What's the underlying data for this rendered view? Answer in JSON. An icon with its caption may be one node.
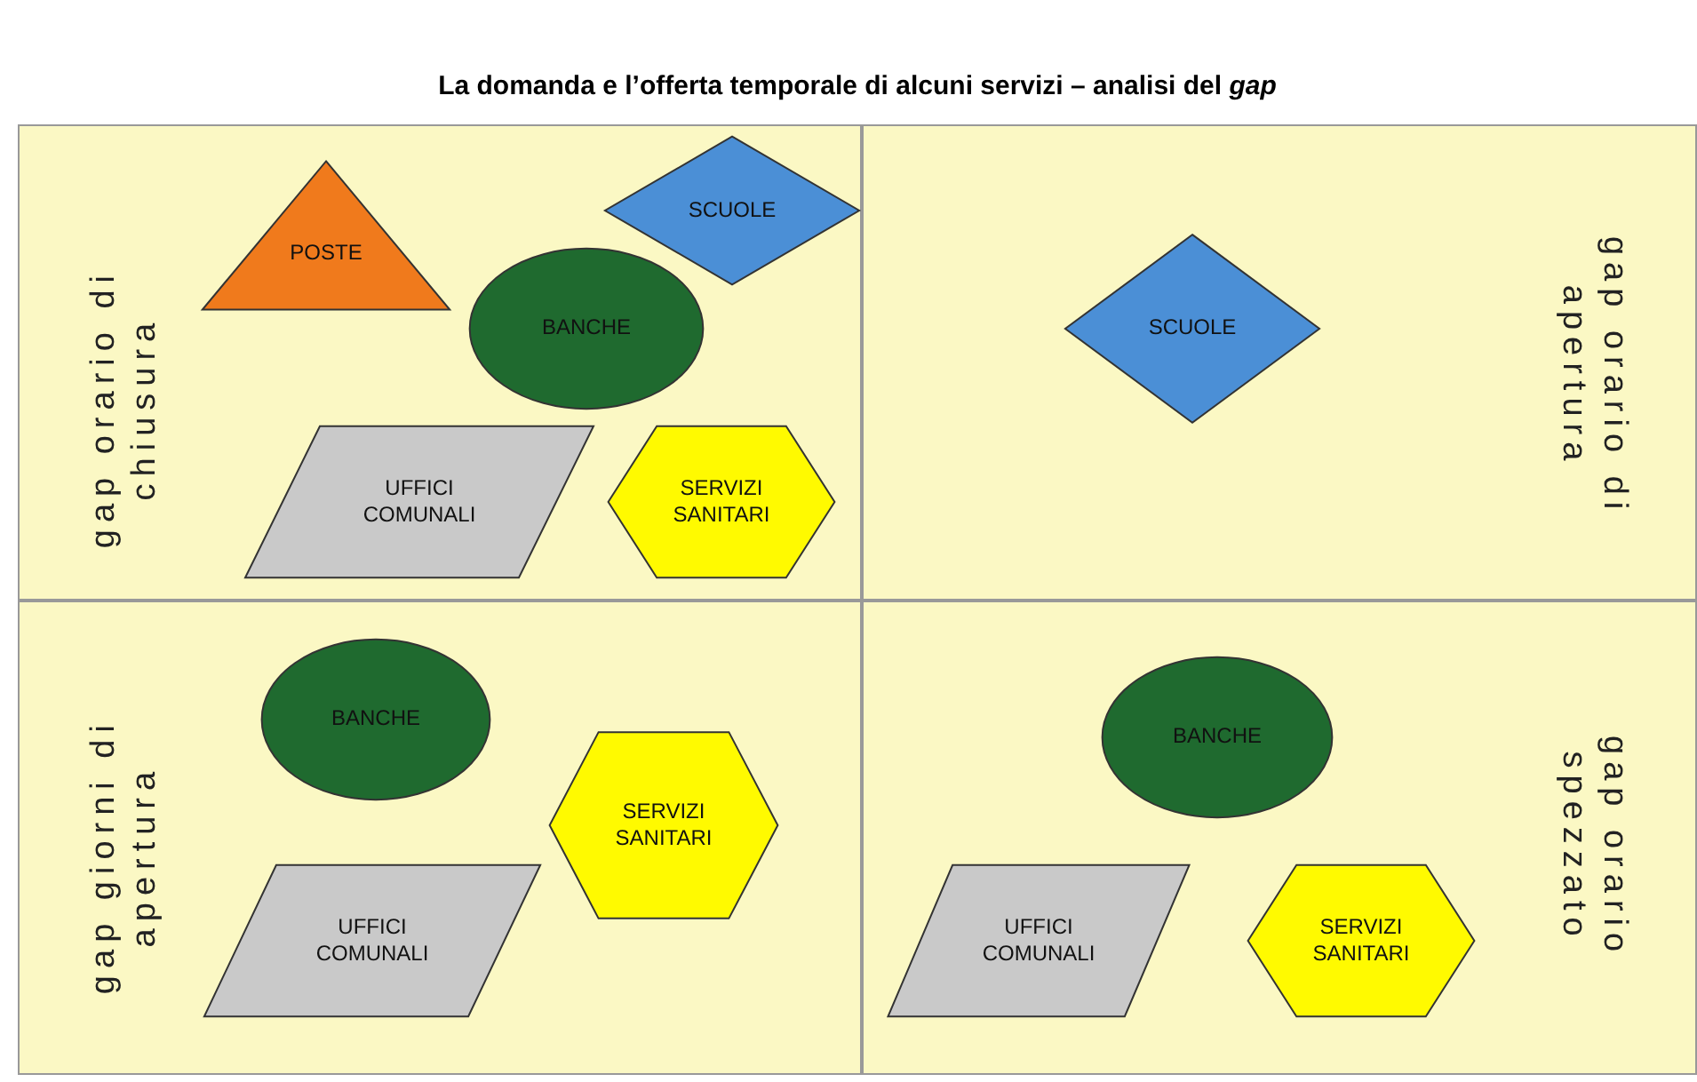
{
  "diagram": {
    "title": "La domanda e l’offerta temporale di alcuni servizi – analisi del *gap*",
    "nodes": [
      {
        "text": [
          "gap orario di chiusura"
        ]
      },
      {
        "text": [
          "POSTE"
        ],
        "in": 0
      },
      {
        "text": [
          "SCUOLE"
        ],
        "in": 0
      },
      {
        "text": [
          "BANCHE"
        ],
        "in": 0
      },
      {
        "text": [
          "UFFICI COMUNALI"
        ],
        "in": 0
      },
      {
        "text": [
          "SERVIZI SANITARI"
        ],
        "in": 0
      },
      {
        "text": [
          "gap orario di apertura"
        ]
      },
      {
        "text": [
          "SCUOLE"
        ],
        "in": 6
      },
      {
        "text": [
          "gap giorni di apertura"
        ]
      },
      {
        "text": [
          "BANCHE"
        ],
        "in": 8
      },
      {
        "text": [
          "SERVIZI SANITARI"
        ],
        "in": 8
      },
      {
        "text": [
          "UFFICI COMUNALI"
        ],
        "in": 8
      },
      {
        "text": [
          "gap orario spezzato"
        ]
      },
      {
        "text": [
          "BANCHE"
        ],
        "in": 12
      },
      {
        "text": [
          "UFFICI COMUNALI"
        ],
        "in": 12
      },
      {
        "text": [
          "SERVIZI SANITARI"
        ],
        "in": 12
      }
    ]
  }
}
